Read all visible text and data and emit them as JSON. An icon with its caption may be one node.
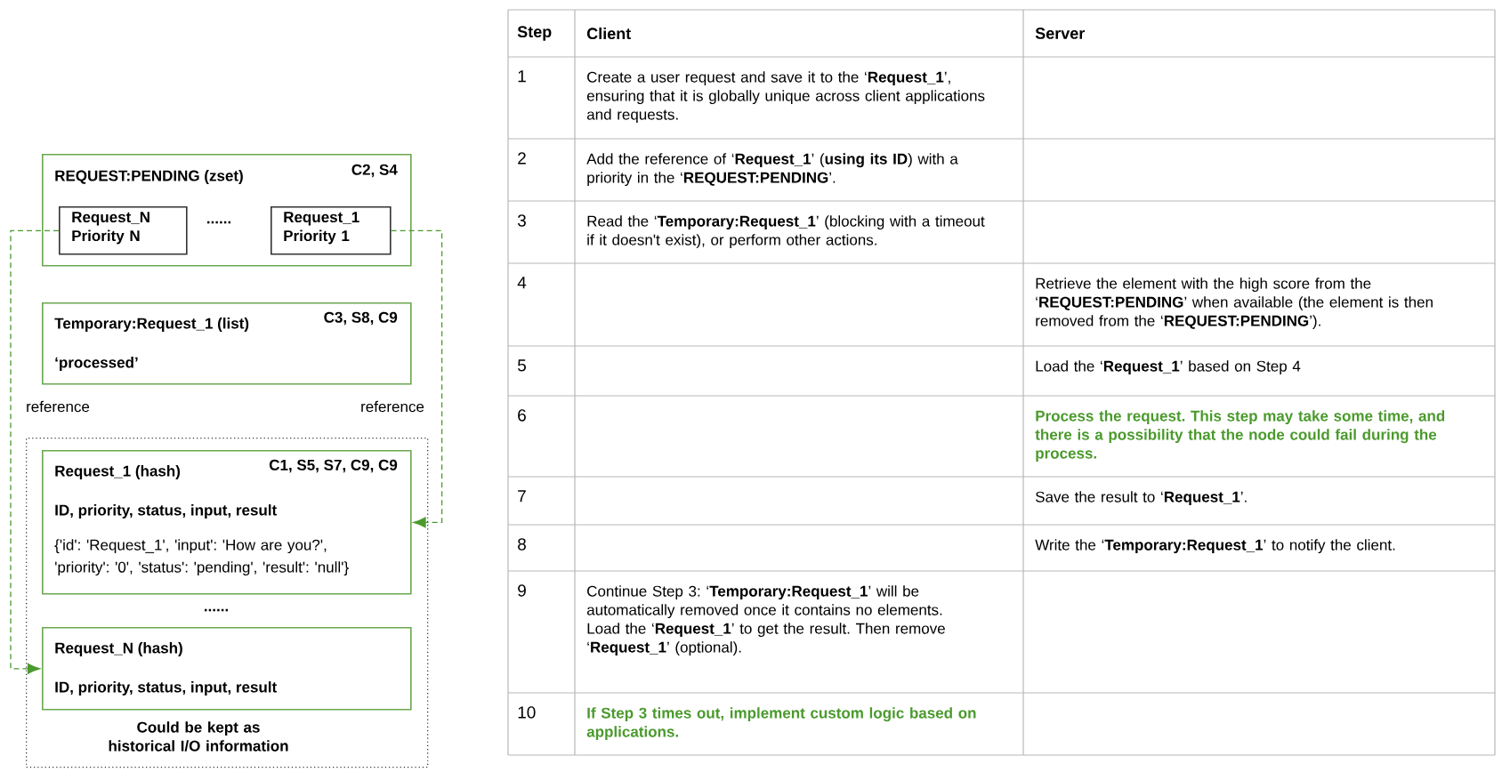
{
  "diagram": {
    "nodes": [
      {
        "text": [
          "REQUEST:PENDING (zset)",
          "C2, S4"
        ]
      },
      {
        "text": [
          "Request_N Priority N"
        ],
        "in": 0
      },
      {
        "text": [
          "Request_1 Priority 1"
        ],
        "in": 0
      },
      {
        "text": [
          "Temporary:Request_1 (list)",
          "C3, S8, C9",
          "‘processed’"
        ]
      },
      {
        "text": [
          "Could be kept as historical I/O information"
        ]
      },
      {
        "text": [
          "Request_1 (hash)",
          "C1, S5, S7, C9, C9",
          "ID, priority, status, input, result",
          "{'id': 'Request_1', 'input': 'How are you?', 'priority': '0', 'status': 'pending', 'result': 'null'}"
        ],
        "in": 4
      },
      {
        "text": [
          "Request_N (hash)",
          "ID, priority, status, input, result"
        ],
        "in": 4
      }
    ],
    "edges": [
      {
        "from": 2,
        "to": 5,
        "arrow": "to",
        "style": "dashed",
        "label": "reference"
      },
      {
        "from": 1,
        "to": 6,
        "arrow": "to",
        "style": "dashed",
        "label": "reference"
      }
    ],
    "labels": [
      "......",
      "......",
      "Step",
      "Client",
      "Server",
      "1",
      "Create a user request and save it to the ‘**Request_1**’, ensuring that it is globally unique across client applications and requests.",
      "2",
      "Add the reference of ‘**Request_1**’ (**using its ID**) with a priority in the ‘**REQUEST:PENDING**’.",
      "3",
      "Read the ‘**Temporary:Request_1**’ (blocking with a timeout if it doesn't exist), or perform other actions.",
      "4",
      "Retrieve the element with the high score from the ‘**REQUEST:PENDING**’ when available (the element is then removed from the ‘**REQUEST:PENDING**’).",
      "5",
      "Load the ‘**Request_1**’ based on Step 4",
      "6",
      "Process the request. This step may take some time, and there is a possibility that the node could fail during the process.",
      "7",
      "Save the result to ‘**Request_1**’.",
      "8",
      "Write the ‘**Temporary:Request_1**’ to notify the client.",
      "9",
      "Continue Step 3: ‘**Temporary:Request_1**’ will be automatically removed once it contains no elements. Load the ‘**Request_1**’ to get the result. Then remove ‘**Request_1**’ (optional).",
      "10",
      "If Step 3 times out, implement custom logic based on applications."
    ]
  }
}
